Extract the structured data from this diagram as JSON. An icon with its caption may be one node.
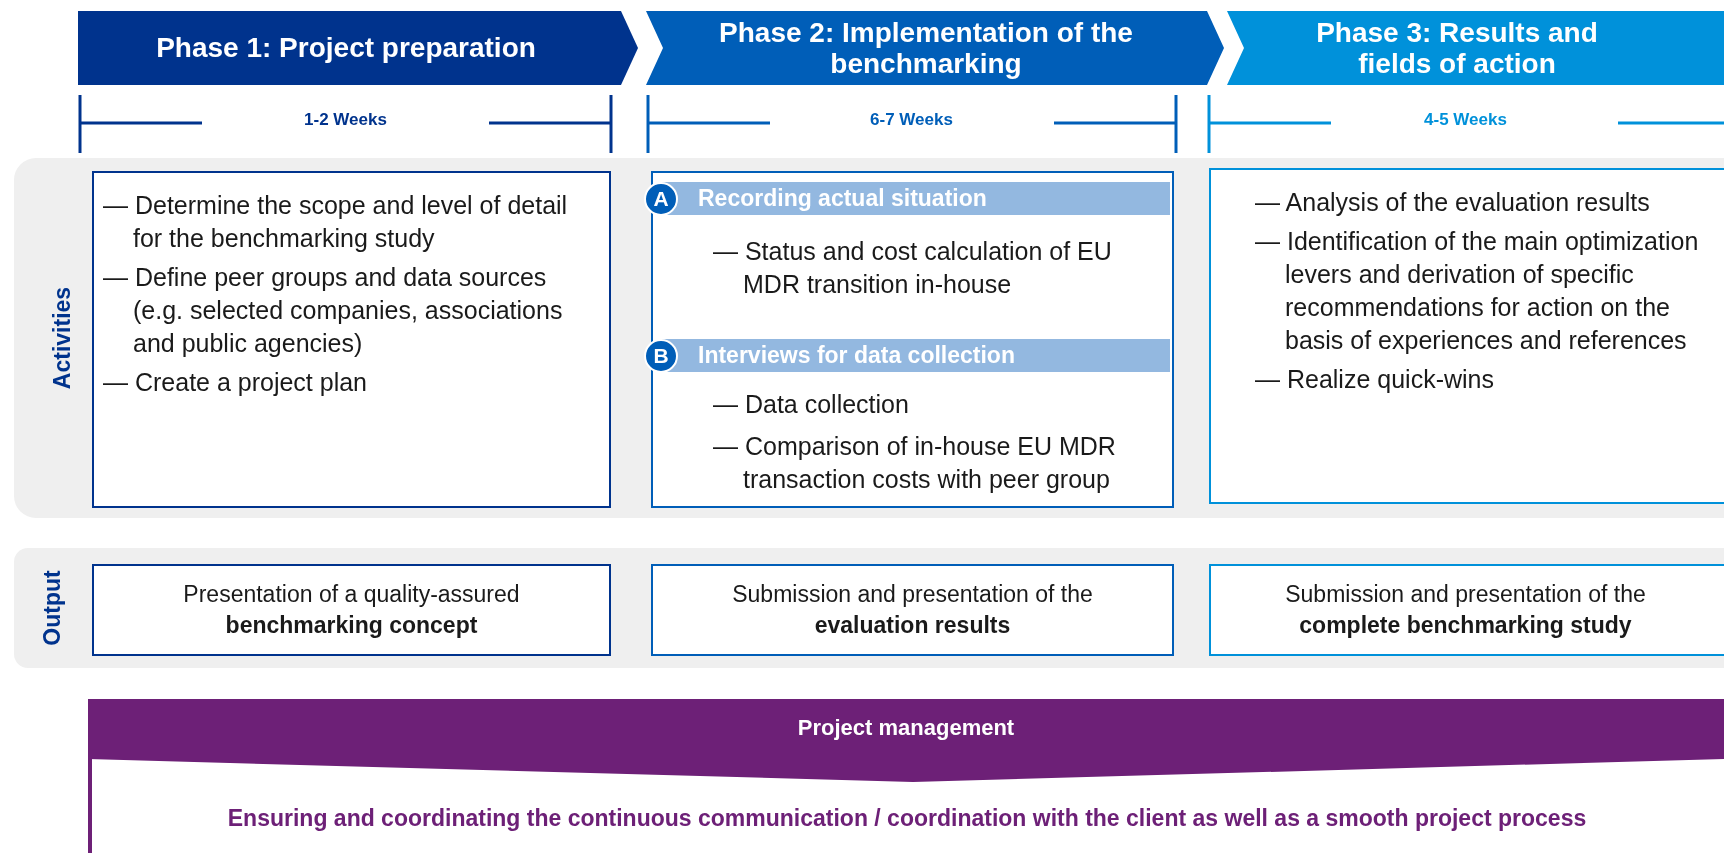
{
  "diagram": {
    "nodes": [
      {
        "text": [
          "Phase 1: Project preparation"
        ]
      },
      {
        "text": [
          "Phase 2: Implementation of the benchmarking"
        ]
      },
      {
        "text": [
          "Phase 3: Results and fields of action"
        ]
      },
      {
        "text": [
          "— Determine the scope and level of detail for the benchmarking study",
          "— Define peer groups and data sources (e.g. selected companies, associations and public agencies)",
          "— Create a project plan"
        ]
      },
      {
        "text": [
          "— Status and cost calculation of EU MDR transition in-house",
          "— Data collection",
          "— Comparison of in-house EU MDR transaction costs with peer group"
        ]
      },
      {
        "text": [
          "A"
        ],
        "in": 4
      },
      {
        "text": [
          "Recording actual situation"
        ],
        "in": 4
      },
      {
        "text": [
          "B"
        ],
        "in": 4
      },
      {
        "text": [
          "Interviews for data collection"
        ],
        "in": 4
      },
      {
        "text": [
          "— Analysis of the evaluation results",
          "— Identification of the main optimization levers and derivation of specific recommendations for action on the basis of experiences and references",
          "— Realize quick-wins"
        ]
      },
      {
        "text": [
          "Presentation of a quality-assured **benchmarking concept**"
        ]
      },
      {
        "text": [
          "Submission and presentation of the **evaluation results**"
        ]
      },
      {
        "text": [
          "Submission and presentation of the **complete benchmarking study**"
        ]
      },
      {
        "text": [
          "Project management",
          "Ensuring and coordinating the continuous communication / coordination with the client as well as a smooth project process"
        ]
      }
    ],
    "labels": [
      "1-2 Weeks",
      "6-7 Weeks",
      "4-5 Weeks",
      "Activities",
      "Output"
    ]
  }
}
